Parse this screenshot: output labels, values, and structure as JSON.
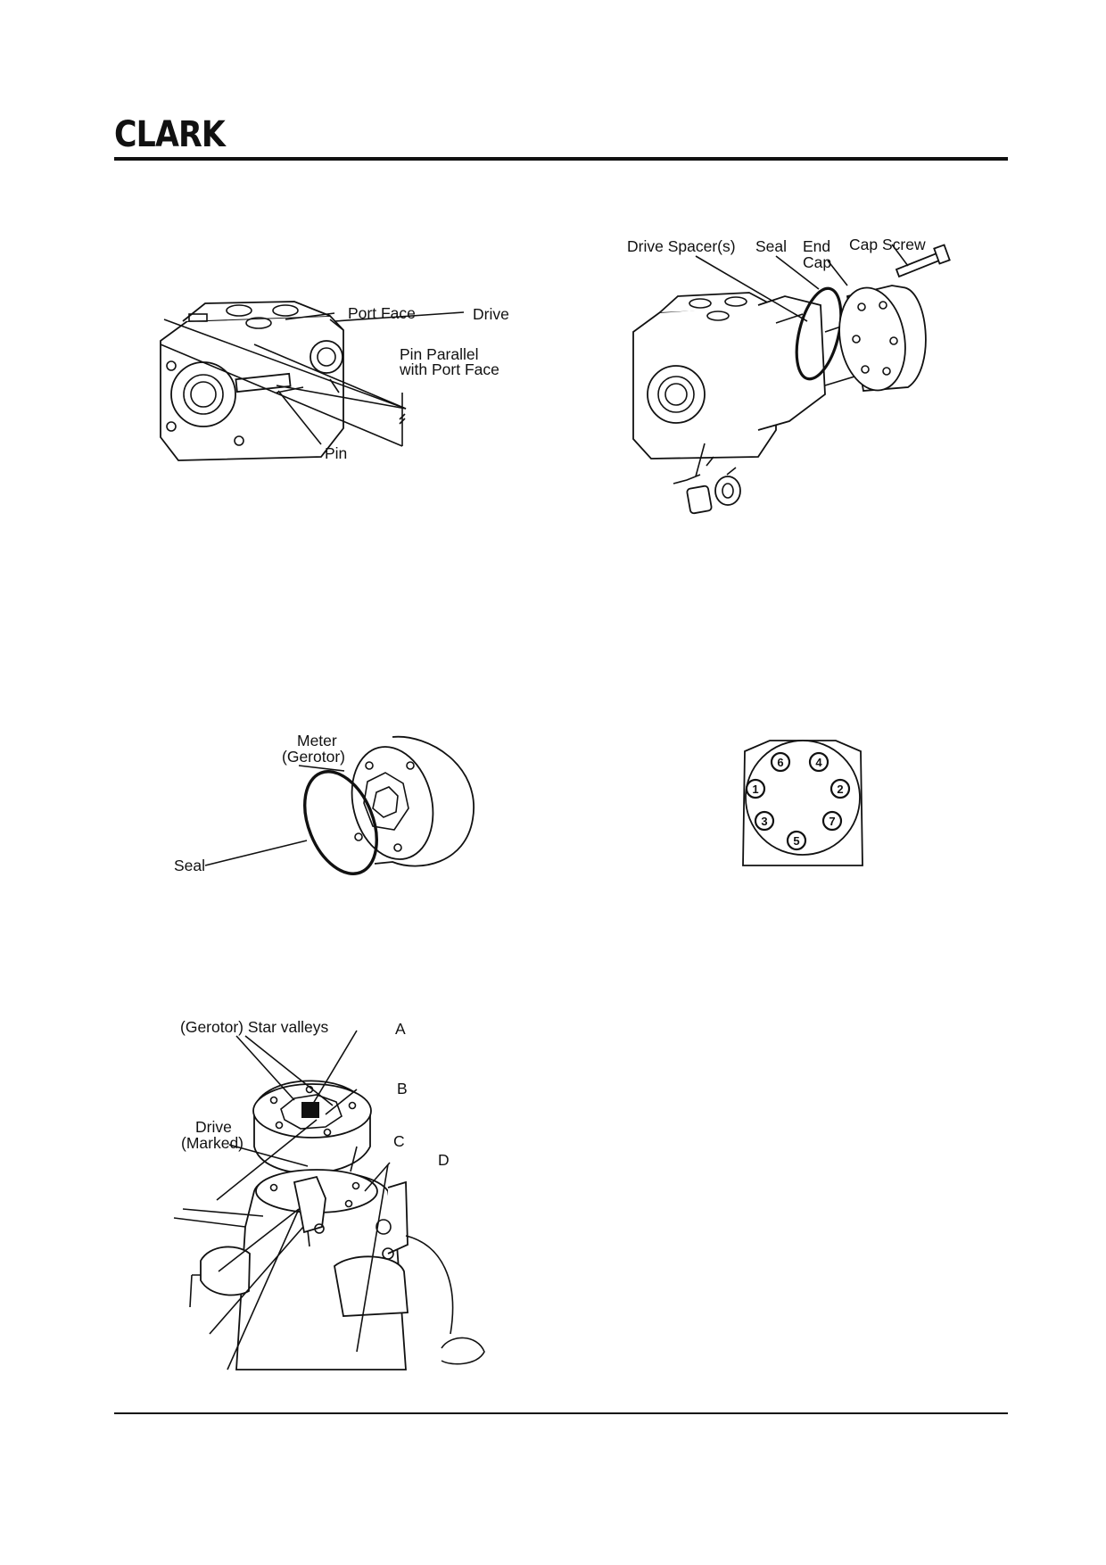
{
  "header": {
    "logo_text": "CLARK"
  },
  "figures": {
    "pin_alignment": {
      "labels": {
        "port_face": "Port Face",
        "drive": "Drive",
        "pin_parallel_1": "Pin Parallel",
        "pin_parallel_2": "with Port Face",
        "pin": "Pin"
      }
    },
    "end_cap_exploded": {
      "labels": {
        "drive_spacers": "Drive Spacer(s)",
        "seal": "Seal",
        "end_cap_1": "End",
        "end_cap_2": "Cap",
        "cap_screw": "Cap Screw"
      }
    },
    "meter_gerotor": {
      "labels": {
        "meter_1": "Meter",
        "meter_2": "(Gerotor)",
        "seal": "Seal"
      }
    },
    "bolt_sequence": {
      "bolt_numbers": [
        "6",
        "4",
        "1",
        "2",
        "3",
        "7",
        "5"
      ]
    },
    "star_valleys": {
      "labels": {
        "star_valleys": "(Gerotor) Star valleys",
        "a": "A",
        "b": "B",
        "drive_1": "Drive",
        "drive_2": "(Marked)",
        "c": "C",
        "d": "D"
      }
    }
  }
}
